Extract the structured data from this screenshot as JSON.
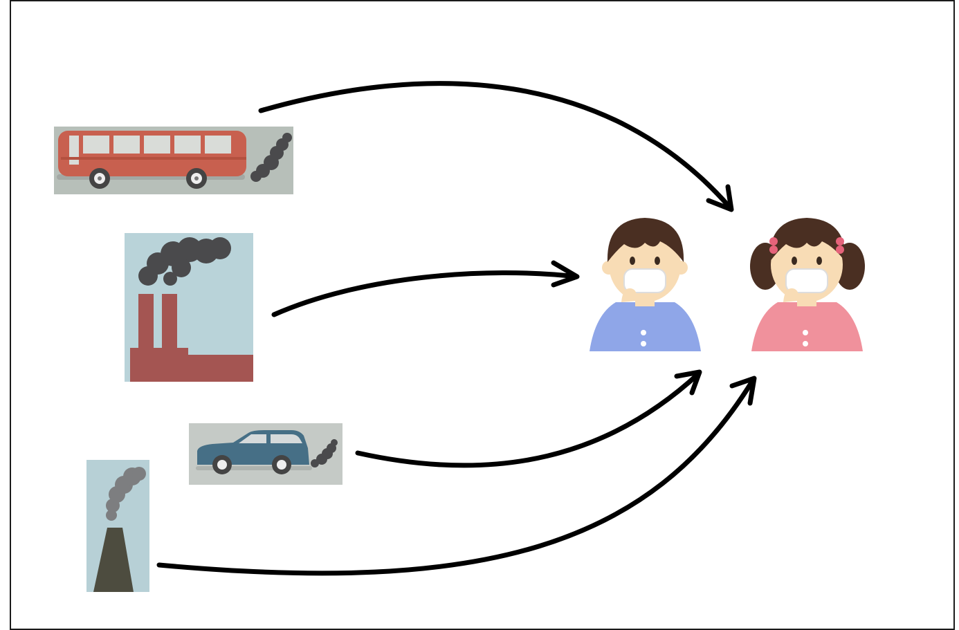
{
  "diagram": {
    "sources": [
      {
        "kind": "bus",
        "icon": "bus-exhaust-icon"
      },
      {
        "kind": "factory",
        "icon": "factory-smoke-icon"
      },
      {
        "kind": "car",
        "icon": "car-exhaust-icon"
      },
      {
        "kind": "chimney",
        "icon": "chimney-smoke-icon"
      }
    ],
    "targets": [
      {
        "kind": "boy",
        "icon": "boy-with-mask-icon"
      },
      {
        "kind": "girl",
        "icon": "girl-with-mask-icon"
      }
    ],
    "flows": [
      {
        "from": "bus",
        "to": "girl"
      },
      {
        "from": "factory",
        "to": "boy"
      },
      {
        "from": "car",
        "to": "boy"
      },
      {
        "from": "chimney",
        "to": "girl"
      }
    ]
  },
  "colors": {
    "arrow": "#000000",
    "smoke": "#4a4a4c",
    "bus_body": "#c8604f",
    "bus_bg": "#b7bfb9",
    "factory_bg": "#b9d3d9",
    "factory_brick": "#a45552",
    "car_bg": "#c5cac6",
    "car_body": "#466f86",
    "chimney_bg": "#b7d0d6",
    "chimney_body": "#4d4c3f",
    "boy_shirt": "#8fa6e8",
    "girl_shirt": "#f0919c",
    "skin": "#f8dcb5",
    "hair": "#4a2f22"
  }
}
